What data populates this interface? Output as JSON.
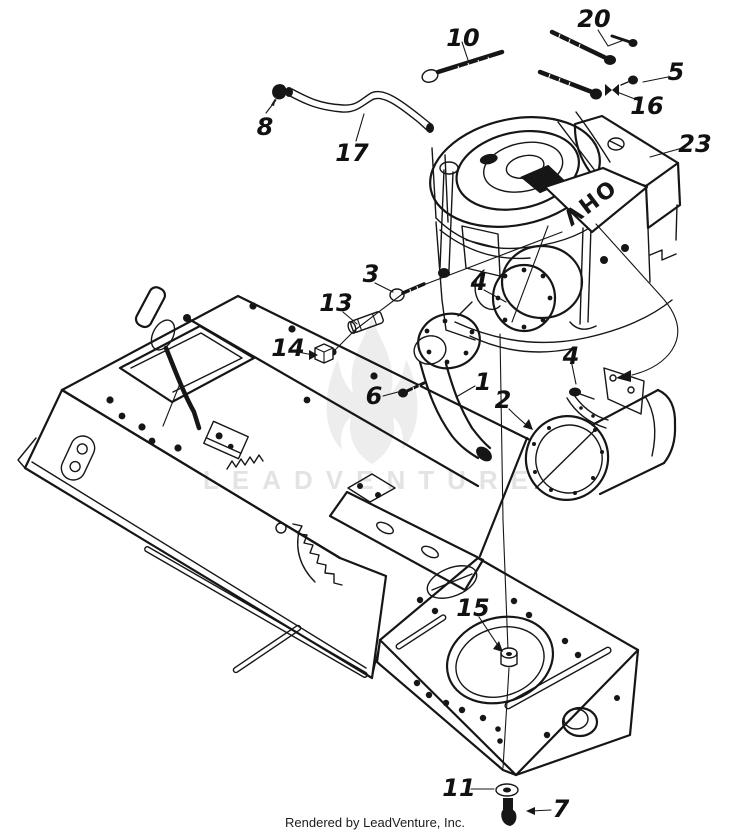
{
  "watermark": {
    "text": "LEADVENTURE",
    "color": "#e3e3e3"
  },
  "footer": {
    "text": "Rendered by LeadVenture, Inc."
  },
  "engine": {
    "label": "OHV"
  },
  "callouts": {
    "c1": "1",
    "c2": "2",
    "c3": "3",
    "c4a": "4",
    "c4b": "4",
    "c5": "5",
    "c6": "6",
    "c7": "7",
    "c8": "8",
    "c10": "10",
    "c11": "11",
    "c13": "13",
    "c14": "14",
    "c15": "15",
    "c16": "16",
    "c17": "17",
    "c20": "20",
    "c23": "23"
  },
  "colors": {
    "ink": "#161616",
    "background": "#ffffff"
  }
}
